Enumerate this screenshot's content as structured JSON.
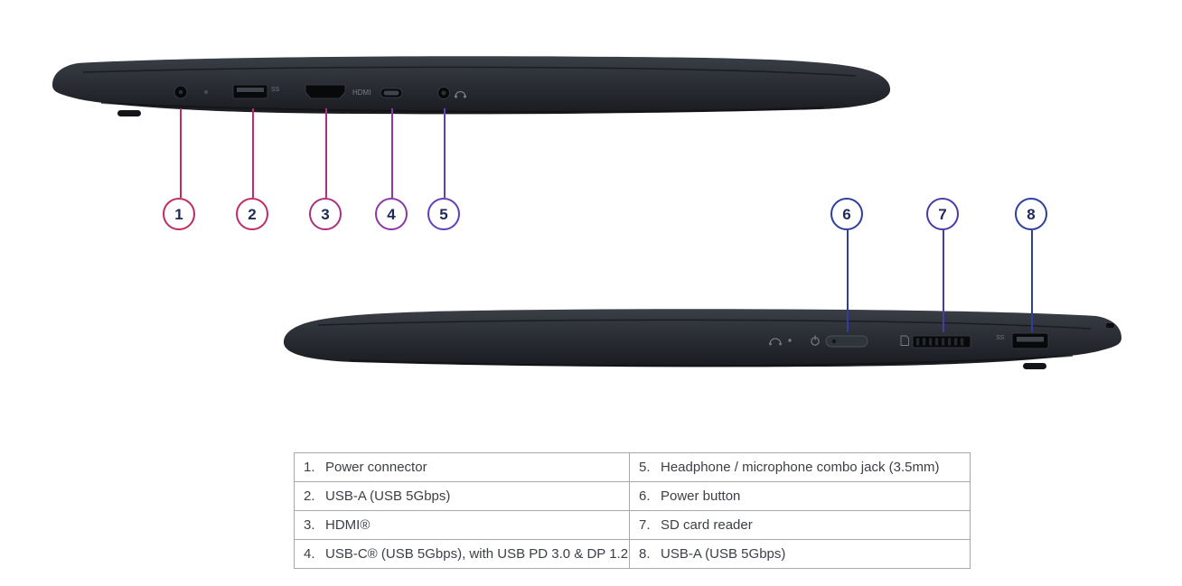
{
  "theme": {
    "background": "#ffffff",
    "laptop_body": "#2b2e35",
    "callout_number_color": "#1d2a5a",
    "table_border": "#a7a7a7",
    "table_text": "#3c4046"
  },
  "callouts": [
    {
      "num": "1",
      "color": "#c32a5e"
    },
    {
      "num": "2",
      "color": "#c02b68"
    },
    {
      "num": "3",
      "color": "#ab2f82"
    },
    {
      "num": "4",
      "color": "#8c37a5"
    },
    {
      "num": "5",
      "color": "#6040b8"
    },
    {
      "num": "6",
      "color": "#2c3f9c"
    },
    {
      "num": "7",
      "color": "#4c39a8"
    },
    {
      "num": "8",
      "color": "#2c3f9c"
    }
  ],
  "markings": {
    "hdmi": "HDMI",
    "usb_ss_left": "SS",
    "usb_ss_right": "SS"
  },
  "legend": {
    "rows": [
      {
        "l_num": "1.",
        "l_label": "Power connector",
        "r_num": "5.",
        "r_label": "Headphone / microphone combo jack (3.5mm)"
      },
      {
        "l_num": "2.",
        "l_label": "USB-A (USB 5Gbps)",
        "r_num": "6.",
        "r_label": "Power button"
      },
      {
        "l_num": "3.",
        "l_label": "HDMI®",
        "r_num": "7.",
        "r_label": "SD card reader"
      },
      {
        "l_num": "4.",
        "l_label": "USB-C® (USB 5Gbps), with USB PD 3.0 & DP 1.2",
        "r_num": "8.",
        "r_label": "USB-A (USB 5Gbps)"
      }
    ]
  }
}
